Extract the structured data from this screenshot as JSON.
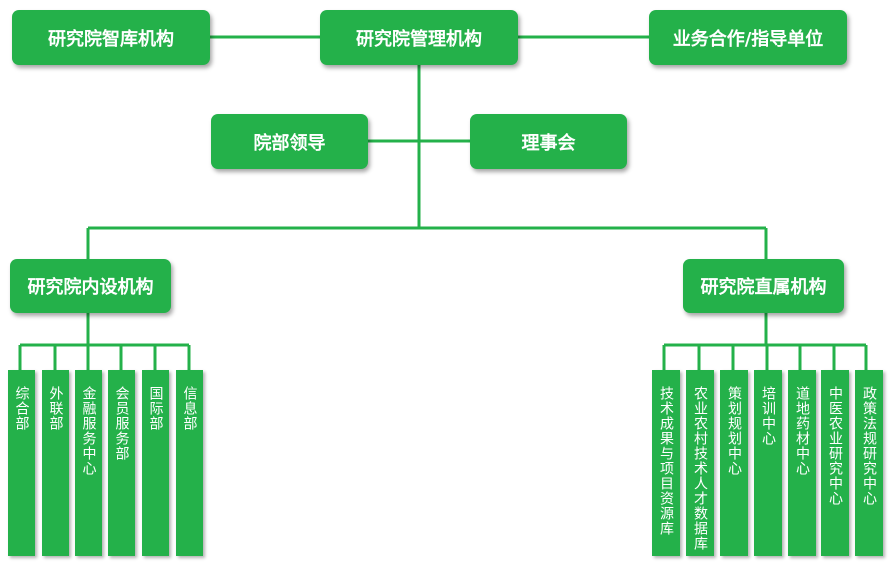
{
  "colors": {
    "box_fill": "#24b14a",
    "line": "#24b14a",
    "text": "#ffffff"
  },
  "top": {
    "management": "研究院管理机构",
    "think_tank": "研究院智库机构",
    "partners": "业务合作/指导单位"
  },
  "middle": {
    "leadership": "院部领导",
    "council": "理事会"
  },
  "internal": {
    "title": "研究院内设机构",
    "departments": [
      "综合部",
      "外联部",
      "金融服务中心",
      "会员服务部",
      "国际部",
      "信息部"
    ]
  },
  "affiliated": {
    "title": "研究院直属机构",
    "units": [
      "技术成果与项目资源库",
      "农业农村技术人才数据库",
      "策划规划中心",
      "培训中心",
      "道地药材中心",
      "中医农业研究中心",
      "政策法规研究中心"
    ]
  }
}
